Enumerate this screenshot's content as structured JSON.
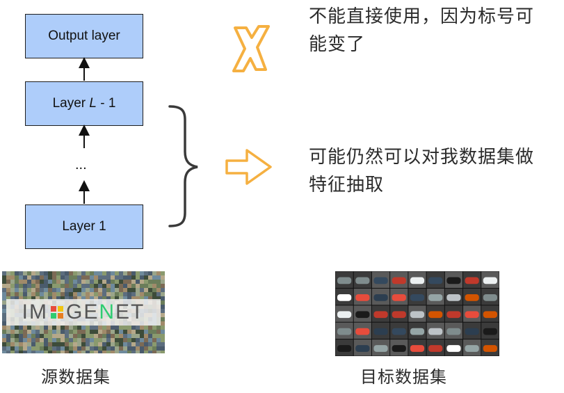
{
  "network": {
    "output_label": "Output layer",
    "lminus1_prefix": "Layer ",
    "lminus1_var": "L",
    "lminus1_suffix": " - 1",
    "ellipsis": "...",
    "layer1_label": "Layer 1"
  },
  "annotations": {
    "cannot_use": "不能直接使用，因为标号可能变了",
    "can_extract": "可能仍然可以对我数据集做特征抽取"
  },
  "images": {
    "imagenet_word": [
      "IM",
      "G",
      "E",
      "N",
      "ET"
    ]
  },
  "captions": {
    "source_dataset": "源数据集",
    "target_dataset": "目标数据集"
  },
  "colors": {
    "box_fill": "#aecdfa",
    "accent_orange": "#f5b041",
    "text": "#2b2b2b"
  },
  "icons": {
    "cross": "cross-icon",
    "arrow": "right-arrow-icon",
    "brace": "right-brace-icon"
  }
}
